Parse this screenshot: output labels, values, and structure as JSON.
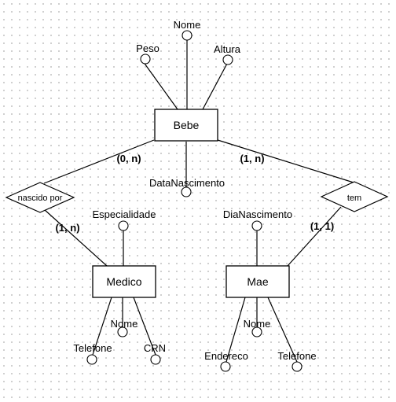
{
  "entities": {
    "bebe": "Bebe",
    "medico": "Medico",
    "mae": "Mae"
  },
  "relationships": {
    "nascido_por": "nascido por",
    "tem": "tem"
  },
  "attributes": {
    "bebe_nome": "Nome",
    "bebe_peso": "Peso",
    "bebe_altura": "Altura",
    "bebe_data_nascimento": "DataNascimento",
    "medico_especialidade": "Especialidade",
    "medico_nome": "Nome",
    "medico_telefone": "Telefone",
    "medico_crn": "CRN",
    "mae_dia_nascimento": "DiaNascimento",
    "mae_nome": "Nome",
    "mae_endereco": "Endereco",
    "mae_telefone": "Telefone"
  },
  "cardinalities": {
    "bebe_nascido_por": "(0, n)",
    "medico_nascido_por": "(1, n)",
    "bebe_tem": "(1, n)",
    "mae_tem": "(1, 1)"
  }
}
